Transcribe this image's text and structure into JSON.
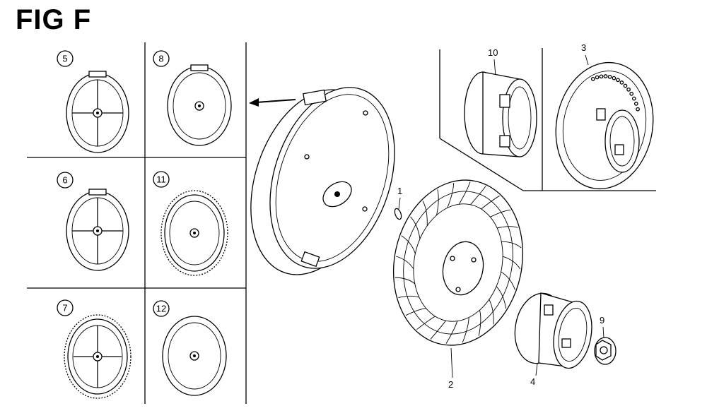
{
  "figure": {
    "title": "FIG F"
  },
  "options": [
    {
      "id": "5",
      "label": "5"
    },
    {
      "id": "8",
      "label": "8"
    },
    {
      "id": "6",
      "label": "6"
    },
    {
      "id": "11",
      "label": "11"
    },
    {
      "id": "7",
      "label": "7"
    },
    {
      "id": "12",
      "label": "12"
    }
  ],
  "parts": [
    {
      "id": "1",
      "label": "1",
      "name": "key"
    },
    {
      "id": "2",
      "label": "2",
      "name": "cooling-fan"
    },
    {
      "id": "3",
      "label": "3",
      "name": "starter-pulley"
    },
    {
      "id": "4",
      "label": "4",
      "name": "starter-pulley-cup"
    },
    {
      "id": "9",
      "label": "9",
      "name": "flange-nut"
    },
    {
      "id": "10",
      "label": "10",
      "name": "pulley-adapter"
    }
  ]
}
